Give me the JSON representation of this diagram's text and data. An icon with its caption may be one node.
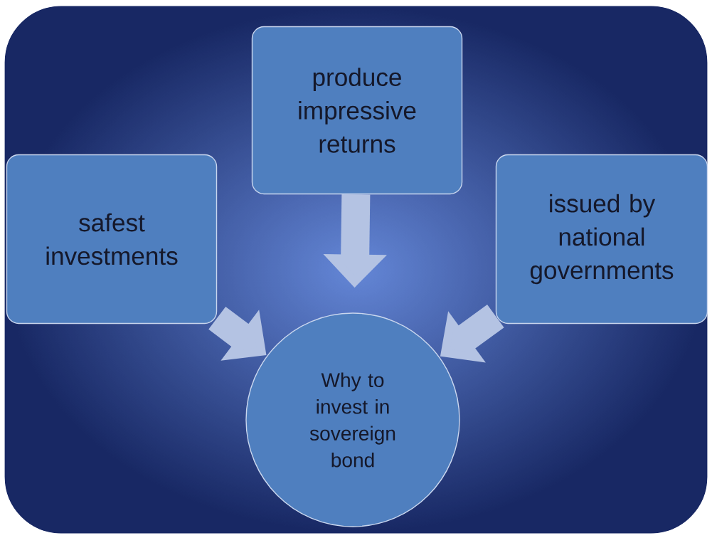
{
  "diagram": {
    "nodes": [
      {
        "text": [
          "safest investments"
        ]
      },
      {
        "text": [
          "produce impressive returns"
        ]
      },
      {
        "text": [
          "issued by national governments"
        ]
      },
      {
        "text": [
          "Why to invest in sovereign bond"
        ]
      }
    ],
    "edges": [
      {
        "from": 0,
        "to": 3,
        "arrow": "to"
      },
      {
        "from": 1,
        "to": 3,
        "arrow": "to"
      },
      {
        "from": 2,
        "to": 3,
        "arrow": "to"
      }
    ]
  }
}
